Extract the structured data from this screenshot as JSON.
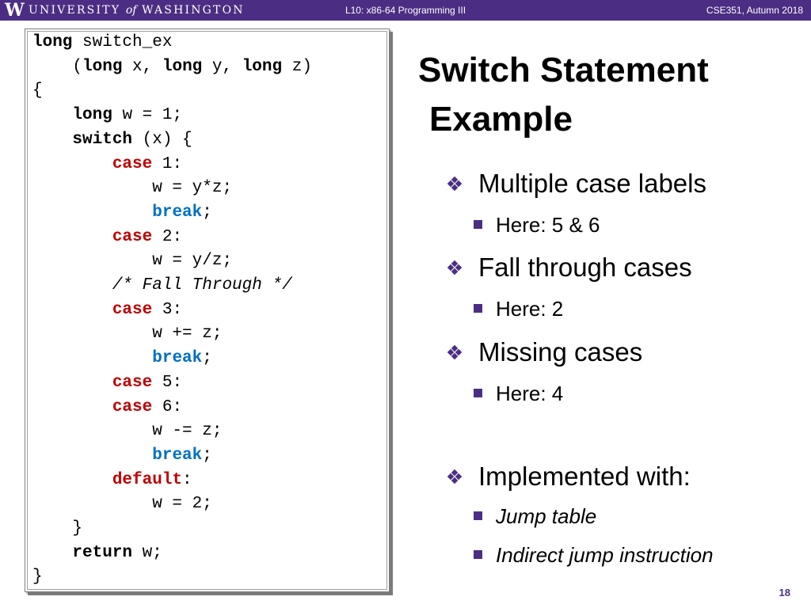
{
  "header": {
    "logo_letter": "W",
    "university_part1": "UNIVERSITY",
    "university_of": "of",
    "university_part2": "WASHINGTON",
    "lecture": "L10:  x86-64 Programming III",
    "course": "CSE351, Autumn 2018",
    "background_color": "#4b2e83"
  },
  "code": {
    "lines": [
      {
        "segments": [
          {
            "text": "long",
            "style": "kw"
          },
          {
            "text": " switch_ex",
            "style": "plain"
          }
        ]
      },
      {
        "segments": [
          {
            "text": "    (",
            "style": "plain"
          },
          {
            "text": "long",
            "style": "kw"
          },
          {
            "text": " x, ",
            "style": "plain"
          },
          {
            "text": "long",
            "style": "kw"
          },
          {
            "text": " y, ",
            "style": "plain"
          },
          {
            "text": "long",
            "style": "kw"
          },
          {
            "text": " z)",
            "style": "plain"
          }
        ]
      },
      {
        "segments": [
          {
            "text": "{",
            "style": "plain"
          }
        ]
      },
      {
        "segments": [
          {
            "text": "    ",
            "style": "plain"
          },
          {
            "text": "long",
            "style": "kw"
          },
          {
            "text": " w = 1;",
            "style": "plain"
          }
        ]
      },
      {
        "segments": [
          {
            "text": "    ",
            "style": "plain"
          },
          {
            "text": "switch",
            "style": "kw"
          },
          {
            "text": " (x) {",
            "style": "plain"
          }
        ]
      },
      {
        "segments": [
          {
            "text": "        ",
            "style": "plain"
          },
          {
            "text": "case",
            "style": "kw-red"
          },
          {
            "text": " 1:",
            "style": "plain"
          }
        ]
      },
      {
        "segments": [
          {
            "text": "            w = y*z;",
            "style": "plain"
          }
        ]
      },
      {
        "segments": [
          {
            "text": "            ",
            "style": "plain"
          },
          {
            "text": "break",
            "style": "kw-blue"
          },
          {
            "text": ";",
            "style": "plain"
          }
        ]
      },
      {
        "segments": [
          {
            "text": "        ",
            "style": "plain"
          },
          {
            "text": "case",
            "style": "kw-red"
          },
          {
            "text": " 2:",
            "style": "plain"
          }
        ]
      },
      {
        "segments": [
          {
            "text": "            w = y/z;",
            "style": "plain"
          }
        ]
      },
      {
        "segments": [
          {
            "text": "        ",
            "style": "plain"
          },
          {
            "text": "/* Fall Through */",
            "style": "cmt"
          }
        ]
      },
      {
        "segments": [
          {
            "text": "        ",
            "style": "plain"
          },
          {
            "text": "case",
            "style": "kw-red"
          },
          {
            "text": " 3:",
            "style": "plain"
          }
        ]
      },
      {
        "segments": [
          {
            "text": "            w += z;",
            "style": "plain"
          }
        ]
      },
      {
        "segments": [
          {
            "text": "            ",
            "style": "plain"
          },
          {
            "text": "break",
            "style": "kw-blue"
          },
          {
            "text": ";",
            "style": "plain"
          }
        ]
      },
      {
        "segments": [
          {
            "text": "        ",
            "style": "plain"
          },
          {
            "text": "case",
            "style": "kw-red"
          },
          {
            "text": " 5:",
            "style": "plain"
          }
        ]
      },
      {
        "segments": [
          {
            "text": "        ",
            "style": "plain"
          },
          {
            "text": "case",
            "style": "kw-red"
          },
          {
            "text": " 6:",
            "style": "plain"
          }
        ]
      },
      {
        "segments": [
          {
            "text": "            w -= z;",
            "style": "plain"
          }
        ]
      },
      {
        "segments": [
          {
            "text": "            ",
            "style": "plain"
          },
          {
            "text": "break",
            "style": "kw-blue"
          },
          {
            "text": ";",
            "style": "plain"
          }
        ]
      },
      {
        "segments": [
          {
            "text": "        ",
            "style": "plain"
          },
          {
            "text": "default",
            "style": "kw-red"
          },
          {
            "text": ":",
            "style": "plain"
          }
        ]
      },
      {
        "segments": [
          {
            "text": "            w = 2;",
            "style": "plain"
          }
        ]
      },
      {
        "segments": [
          {
            "text": "    }",
            "style": "plain"
          }
        ]
      },
      {
        "segments": [
          {
            "text": "    ",
            "style": "plain"
          },
          {
            "text": "return",
            "style": "kw"
          },
          {
            "text": " w;",
            "style": "plain"
          }
        ]
      },
      {
        "segments": [
          {
            "text": "}",
            "style": "plain"
          }
        ]
      }
    ]
  },
  "slide": {
    "title_line1": "Switch Statement",
    "title_line2": "Example",
    "bullets": [
      {
        "text": "Multiple case labels",
        "subs": [
          {
            "text": "Here: 5 & 6",
            "italic": false
          }
        ]
      },
      {
        "text": "Fall through cases",
        "subs": [
          {
            "text": "Here: 2",
            "italic": false
          }
        ]
      },
      {
        "text": "Missing cases",
        "subs": [
          {
            "text": "Here: 4",
            "italic": false
          }
        ]
      },
      {
        "text": "Implemented with:",
        "subs": [
          {
            "text": "Jump table",
            "italic": true
          },
          {
            "text": "Indirect jump instruction",
            "italic": true
          }
        ]
      }
    ],
    "page_number": "18"
  },
  "icons": {
    "bullet_level1": "diamond-cluster-icon",
    "bullet_level2": "square-icon"
  }
}
